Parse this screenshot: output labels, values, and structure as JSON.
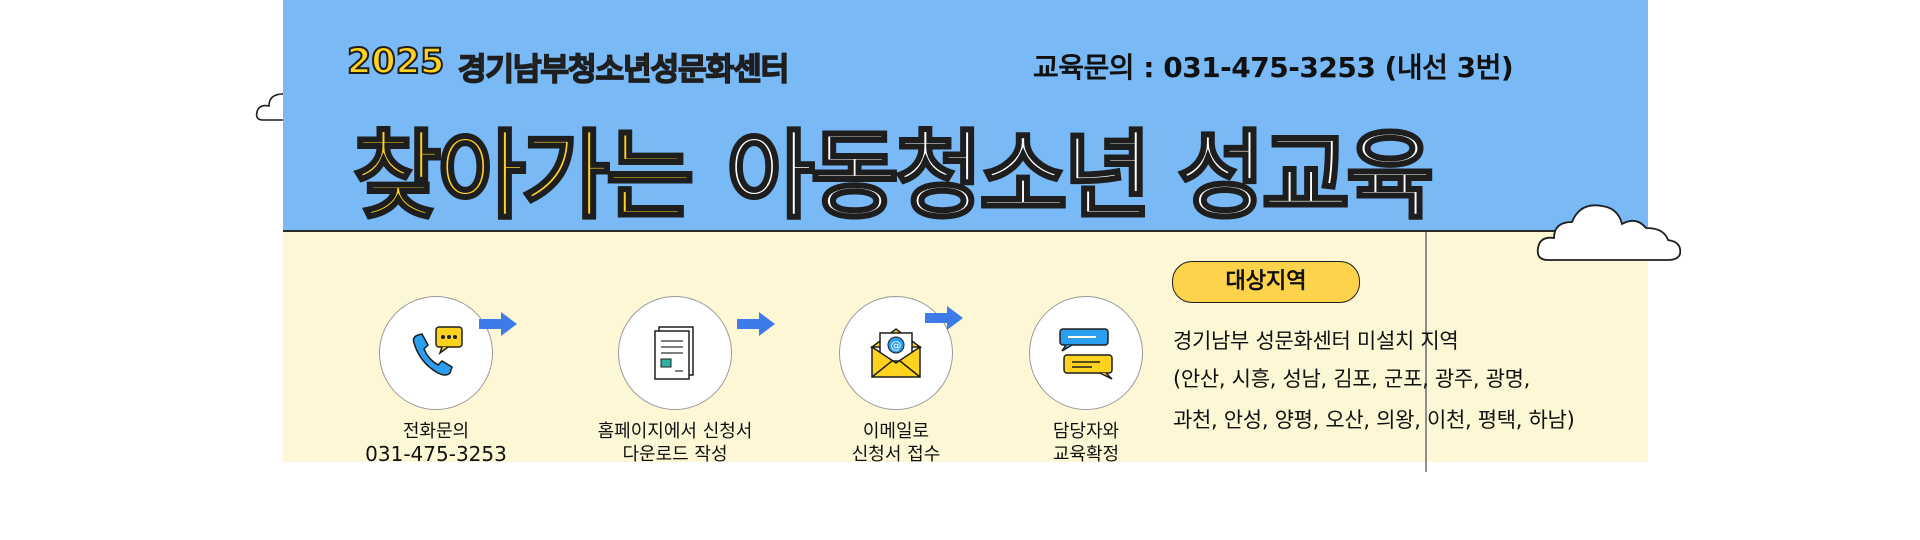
{
  "header": {
    "year": "2025",
    "organization": "경기남부청소년성문화센터",
    "contact": "교육문의 :  031-475-3253 (내선 3번)",
    "title_highlight": "찾아가는",
    "title_main": "아동청소년 성교육"
  },
  "steps": [
    {
      "icon": "phone-chat-icon",
      "line1": "전화문의",
      "line2": "031-475-3253"
    },
    {
      "icon": "document-icon",
      "line1": "홈페이지에서 신청서",
      "line2": "다운로드  작성"
    },
    {
      "icon": "email-icon",
      "line1": "이메일로",
      "line2": "신청서 접수"
    },
    {
      "icon": "chat-bubbles-icon",
      "line1": "담당자와",
      "line2": "교육확정"
    }
  ],
  "region": {
    "label": "대상지역",
    "line1": "경기남부 성문화센터 미설치 지역",
    "line2": "(안산, 시흥, 성남, 김포, 군포, 광주, 광명,",
    "line3": "과천, 안성, 양평, 오산, 의왕, 이천, 평택, 하남)"
  },
  "colors": {
    "sky": "#78b9f6",
    "cream": "#fdf7d6",
    "yellow": "#ffd21f",
    "arrow": "#3d7be8"
  }
}
